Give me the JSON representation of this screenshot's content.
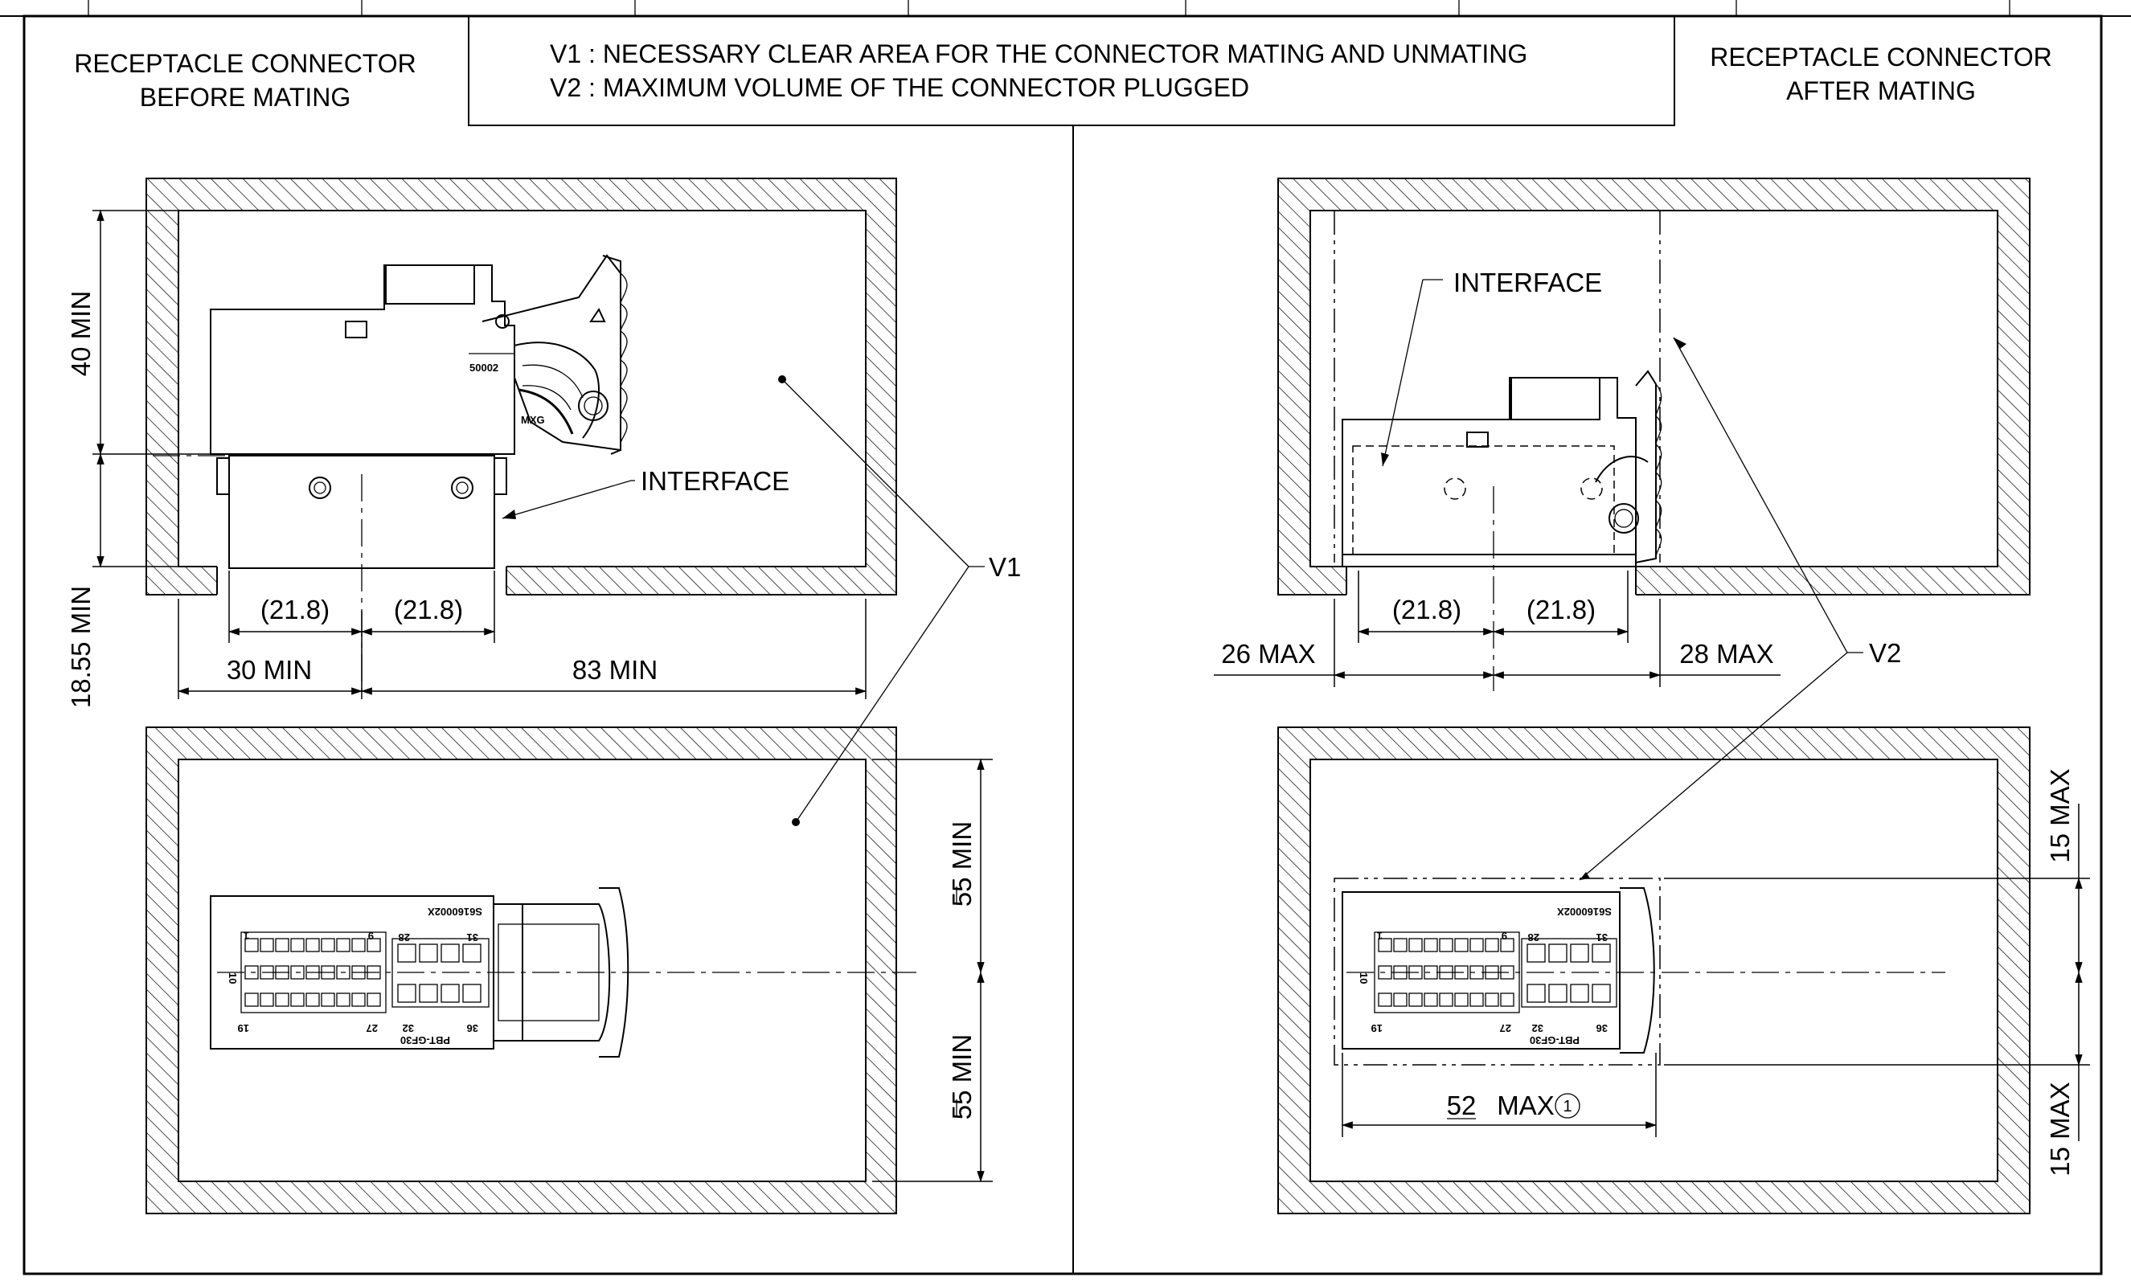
{
  "headers": {
    "left_line1": "RECEPTACLE CONNECTOR",
    "left_line2": "BEFORE MATING",
    "center_line1": "V1 : NECESSARY CLEAR AREA FOR THE CONNECTOR MATING AND UNMATING",
    "center_line2": "V2 : MAXIMUM VOLUME OF THE CONNECTOR PLUGGED",
    "right_line1": "RECEPTACLE CONNECTOR",
    "right_line2": "AFTER MATING"
  },
  "labels": {
    "interface": "INTERFACE",
    "v1": "V1",
    "v2": "V2",
    "connector_mark": "MXG",
    "part_mark": "50002"
  },
  "left_dims": {
    "height_top": "40 MIN",
    "height_bottom": "18.55 MIN",
    "ref_a": "(21.8)",
    "ref_b": "(21.8)",
    "width_left": "30 MIN",
    "width_right": "83 MIN",
    "bottom_upper": "55 MIN",
    "bottom_lower": "55 MIN"
  },
  "right_dims": {
    "ref_a": "(21.8)",
    "ref_b": "(21.8)",
    "left_max": "26 MAX",
    "right_max": "28 MAX",
    "top_max": "15 MAX",
    "bottom_max": "15 MAX",
    "width_max_value": "52",
    "width_max_suffix": "MAX",
    "note_circle": "1"
  },
  "pin_labels": [
    "1",
    "9",
    "28",
    "31",
    "10",
    "19",
    "27",
    "32",
    "36",
    "S6160002X",
    "PBT-GF30"
  ]
}
